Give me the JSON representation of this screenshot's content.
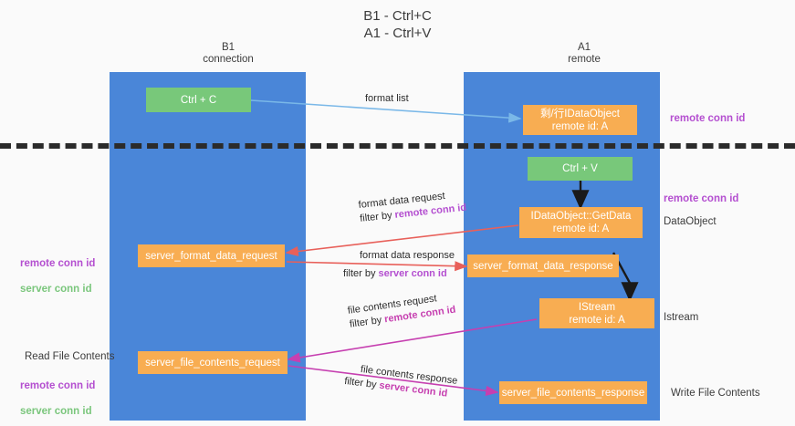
{
  "title": "B1 - Ctrl+C\nA1 - Ctrl+V",
  "lanes": {
    "left": {
      "label": "B1\nconnection"
    },
    "right": {
      "label": "A1\nremote"
    }
  },
  "nodes": {
    "ctrl_c": "Ctrl + C",
    "idataobject": "剩/行IDataObject\nremote id: A",
    "ctrl_v": "Ctrl + V",
    "getdata": "IDataObject::GetData\nremote id: A",
    "server_format_data_request": "server_format_data_request",
    "server_format_data_response": "server_format_data_response",
    "istream": "IStream\nremote id: A",
    "server_file_contents_request": "server_file_contents_request",
    "server_file_contents_response": "server_file_contents_response"
  },
  "annotations": {
    "right_remote_conn_id_1": "remote conn id",
    "right_remote_conn_id_2": "remote conn id",
    "right_dataobject": "DataObject",
    "right_istream": "Istream",
    "right_write_file_contents": "Write File Contents",
    "left_remote_conn_id": "remote conn id",
    "left_server_conn_id": "server conn id",
    "left_read_file_contents": "Read File Contents",
    "left_remote_conn_id_2": "remote conn id",
    "left_server_conn_id_2": "server conn id"
  },
  "edges": {
    "format_list": {
      "line1": "format list"
    },
    "format_data_request": {
      "line1": "format data request",
      "line2_prefix": "filter by ",
      "line2_hl": "remote conn id"
    },
    "format_data_response": {
      "line1": "format data response",
      "line2_prefix": "filter by ",
      "line2_hl": "server conn id"
    },
    "file_contents_request": {
      "line1": "file contents request",
      "line2_prefix": "filter by ",
      "line2_hl": "remote conn id"
    },
    "file_contents_response": {
      "line1": "file contents response",
      "line2_prefix": "filter by ",
      "line2_hl": "server conn id"
    }
  },
  "colors": {
    "lane": "#4a86d8",
    "green_node": "#78c87a",
    "orange_node": "#f8ad52",
    "purple": "#b44fd0",
    "green_text": "#7ac67c",
    "divider": "#2b2b2b",
    "arrow_blue": "#7ab8e8",
    "arrow_red": "#e8605a",
    "arrow_pink": "#c63fb0",
    "arrow_black": "#1a1a1a"
  }
}
